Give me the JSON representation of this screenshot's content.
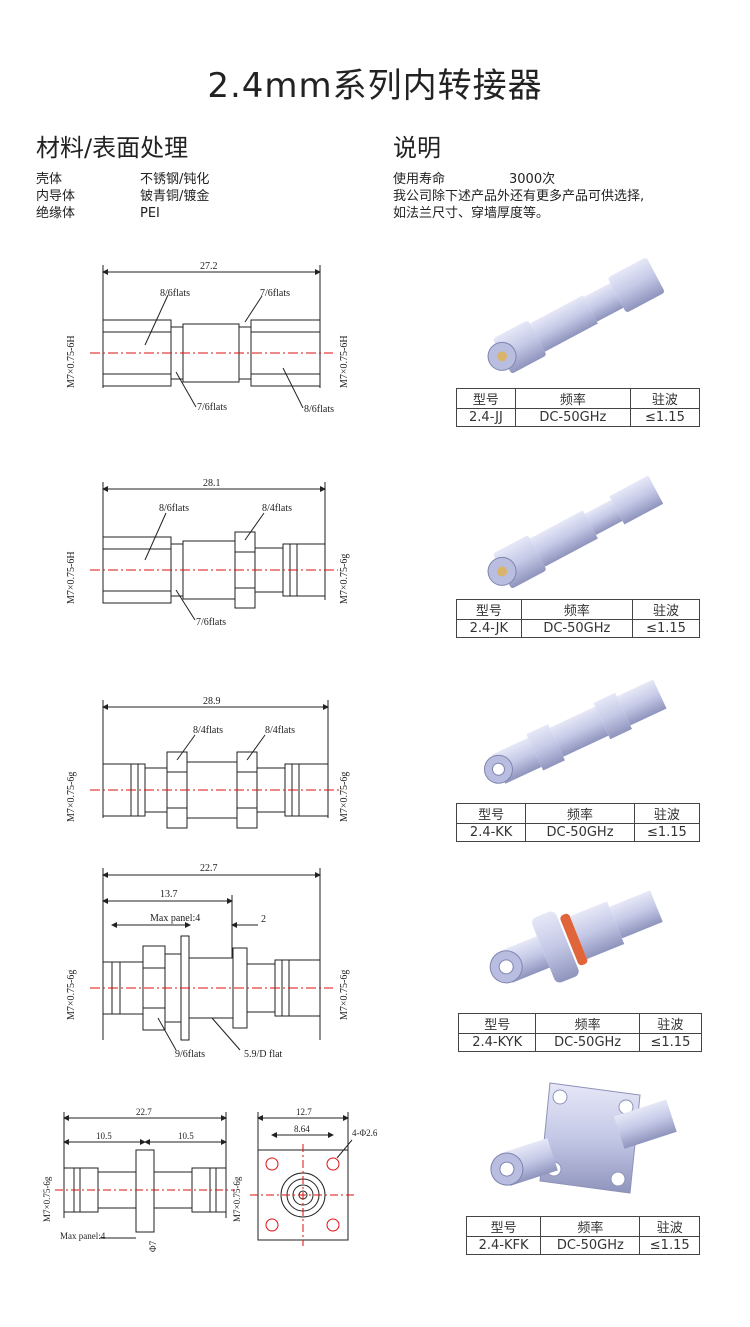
{
  "page": {
    "title": "2.4mm系列内转接器"
  },
  "materials": {
    "heading": "材料/表面处理",
    "rows": [
      {
        "part": "壳体",
        "finish": "不锈钢/钝化"
      },
      {
        "part": "内导体",
        "finish": "铍青铜/镀金"
      },
      {
        "part": "绝缘体",
        "finish": "PEI"
      }
    ]
  },
  "description": {
    "heading": "说明",
    "life_label": "使用寿命",
    "life_value": "3000次",
    "text_line1": "我公司除下述产品外还有更多产品可供选择,",
    "text_line2": "如法兰尺寸、穿墙厚度等。"
  },
  "table_headers": {
    "model": "型号",
    "freq": "频率",
    "vswr": "驻波"
  },
  "products": [
    {
      "model": "2.4-JJ",
      "freq": "DC-50GHz",
      "vswr": "≤1.15"
    },
    {
      "model": "2.4-JK",
      "freq": "DC-50GHz",
      "vswr": "≤1.15"
    },
    {
      "model": "2.4-KK",
      "freq": "DC-50GHz",
      "vswr": "≤1.15"
    },
    {
      "model": "2.4-KYK",
      "freq": "DC-50GHz",
      "vswr": "≤1.15"
    },
    {
      "model": "2.4-KFK",
      "freq": "DC-50GHz",
      "vswr": "≤1.15"
    }
  ],
  "drawings": {
    "jj": {
      "length": "27.2",
      "flats_a": "8/6flats",
      "flats_b": "7/6flats",
      "flats_c": "7/6flats",
      "flats_d": "8/6flats",
      "thread_l": "M7×0.75-6H",
      "thread_r": "M7×0.75-6H"
    },
    "jk": {
      "length": "28.1",
      "flats_a": "8/6flats",
      "flats_b": "8/4flats",
      "flats_c": "7/6flats",
      "thread_l": "M7×0.75-6H",
      "thread_r": "M7×0.75-6g"
    },
    "kk": {
      "length": "28.9",
      "flats_a": "8/4flats",
      "flats_b": "8/4flats",
      "thread_l": "M7×0.75-6g",
      "thread_r": "M7×0.75-6g"
    },
    "kyk": {
      "length": "22.7",
      "sub": "13.7",
      "panel": "Max panel:4",
      "gap": "2",
      "flats": "9/6flats",
      "dflat": "5.9/D flat",
      "thread_l": "M7×0.75-6g",
      "thread_r": "M7×0.75-6g"
    },
    "kfk": {
      "length": "22.7",
      "half_l": "10.5",
      "half_r": "10.5",
      "panel": "Max panel:4",
      "dia": "Φ7",
      "thread_l": "M7×0.75-6g",
      "thread_r": "M7×0.75-6g",
      "width": "12.7",
      "hole_spacing": "8.64",
      "holes": "4-Φ2.6"
    }
  },
  "colors": {
    "metal": "#c9cde8",
    "metal_dark": "#8d92b8",
    "gasket": "#e0653a",
    "center_line": "#d11"
  }
}
